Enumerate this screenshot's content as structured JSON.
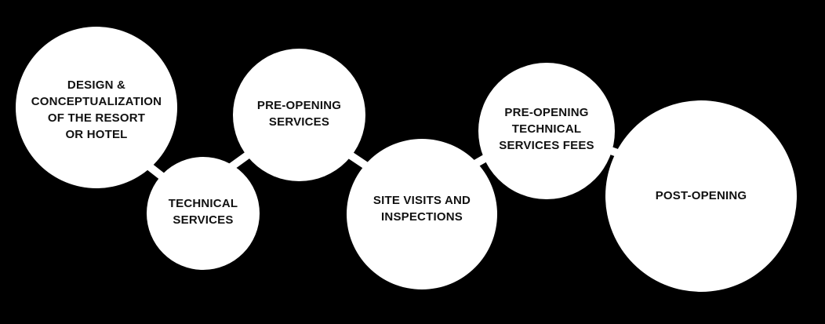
{
  "colors": {
    "background": "#000000",
    "bubble": "#ffffff",
    "text": "#111111",
    "connector": "#ffffff"
  },
  "stages": [
    {
      "label": "DESIGN &\nCONCEPTUALIZATION\nOF THE RESORT\nOR HOTEL"
    },
    {
      "label": "TECHNICAL\nSERVICES"
    },
    {
      "label": "PRE-OPENING\nSERVICES"
    },
    {
      "label": "SITE VISITS AND\nINSPECTIONS"
    },
    {
      "label": "PRE-OPENING\nTECHNICAL\nSERVICES FEES"
    },
    {
      "label": "POST-OPENING"
    }
  ]
}
